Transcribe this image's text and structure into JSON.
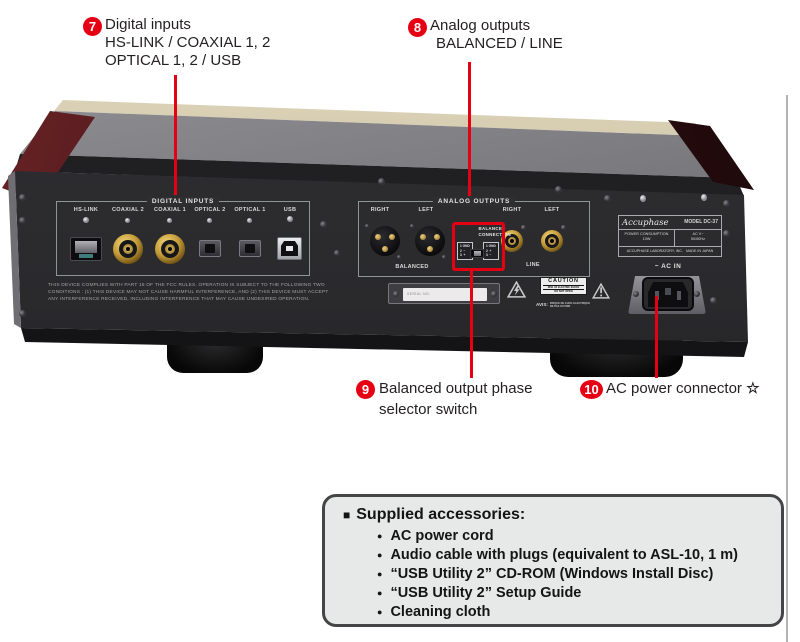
{
  "colors": {
    "accent_red": "#e60014",
    "panel": "#2e2e31",
    "accessories_bg": "#e7e8e8"
  },
  "callouts": {
    "c7": {
      "num": "7",
      "line1": "Digital inputs",
      "line2": "HS-LINK / COAXIAL 1, 2",
      "line3": "OPTICAL 1, 2 / USB"
    },
    "c8": {
      "num": "8",
      "line1": "Analog outputs",
      "line2": "BALANCED / LINE"
    },
    "c9": {
      "num": "9",
      "line1": "Balanced output phase",
      "line2": "selector switch"
    },
    "c10": {
      "num": "10",
      "line1": "AC power connector",
      "star": "☆"
    }
  },
  "panel": {
    "digital": {
      "title": "DIGITAL INPUTS",
      "labels": [
        "HS-LINK",
        "COAXIAL 2",
        "COAXIAL 1",
        "OPTICAL 2",
        "OPTICAL 1",
        "USB"
      ]
    },
    "analog": {
      "title": "ANALOG OUTPUTS",
      "right": "RIGHT",
      "left": "LEFT",
      "balanced": "BALANCED",
      "line_right": "RIGHT",
      "line_left": "LEFT",
      "line": "LINE"
    },
    "switch": {
      "title1": "BALANCED",
      "title2": "CONNECTION",
      "left_pins": "1 GND\n2  −\n3  +",
      "right_pins": "1 GND\n2  +\n3  −"
    },
    "fcc1": "THIS DEVICE COMPLIES WITH PART 15 OF THE FCC RULES. OPERATION IS SUBJECT TO THE FOLLOWING TWO",
    "fcc2": "CONDITIONS : (1) THIS DEVICE MAY NOT CAUSE HARMFUL INTERFERENCE, AND (2) THIS DEVICE MUST ACCEPT",
    "fcc3": "ANY INTERFERENCE RECEIVED, INCLUDING INTERFERENCE THAT MAY CAUSE UNDESIRED OPERATION.",
    "serial": "SERIAL NO.",
    "caution": {
      "title": "CAUTION",
      "sub1": "RISK OF ELECTRIC SHOCK",
      "sub2": "DO NOT OPEN",
      "avis": "AVIS:",
      "avis1": "RISQUE DE CHOC ELECTRIQUE",
      "avis2": "NE PAS OUVRIR"
    },
    "rating": {
      "brand": "Accuphase",
      "model": "MODEL DC-37",
      "pc": "POWER CONSUMPTION",
      "pcv": "10W",
      "ac": "AC   V~",
      "freq": "50/60Hz",
      "maker": "ACCUPHASE LABORATORY, INC.",
      "origin": "MADE IN JAPAN"
    },
    "acin": "~ AC IN"
  },
  "accessories": {
    "marker": "■",
    "title": "Supplied accessories:",
    "bullet": "●",
    "items": [
      "AC power cord",
      "Audio cable with plugs (equivalent to ASL-10, 1 m)",
      "“USB Utility 2” CD-ROM (Windows Install Disc)",
      "“USB Utility 2” Setup Guide",
      "Cleaning cloth"
    ]
  }
}
